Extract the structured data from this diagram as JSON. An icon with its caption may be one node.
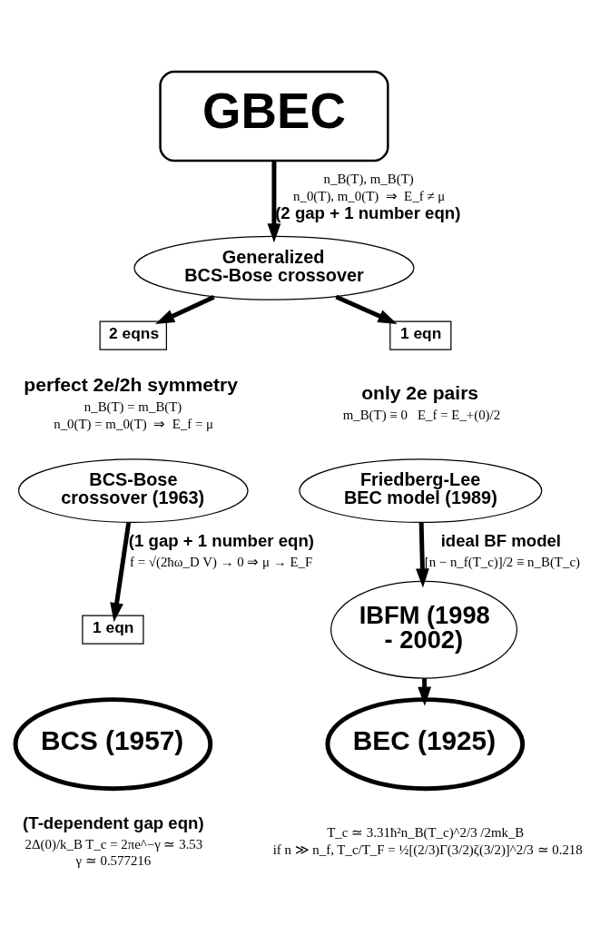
{
  "diagram": {
    "nodes": [
      {
        "text": [
          "GBEC"
        ]
      },
      {
        "text": [
          "Generalized BCS-Bose crossover"
        ],
        "beside": [
          "n_B(T), m_B(T)",
          "n_0(T), m_0(T)  ⇒  E_f ≠ μ",
          "(2 gap + 1 number eqn)"
        ]
      },
      {
        "text": [
          "2 eqns"
        ],
        "beside": [
          "perfect 2e/2h symmetry",
          "n_B(T) = m_B(T)",
          "n_0(T) = m_0(T)  ⇒  E_f = μ"
        ]
      },
      {
        "text": [
          "BCS-Bose crossover (1963)"
        ],
        "beside": [
          "(1 gap + 1 number eqn)",
          "f = √(2ħω_D V) → 0 ⇒ μ → E_F"
        ]
      },
      {
        "text": [
          "1 eqn"
        ]
      },
      {
        "text": [
          "BCS (1957)"
        ],
        "beside": [
          "(T-dependent gap eqn)",
          "2Δ(0)/k_B T_c = 2πe^−γ ≃ 3.53",
          "γ ≃ 0.577216"
        ]
      },
      {
        "text": [
          "1 eqn"
        ],
        "beside": [
          "only 2e pairs",
          "m_B(T) ≡ 0   E_f = E_+(0)/2"
        ]
      },
      {
        "text": [
          "Friedberg-Lee BEC model (1989)"
        ]
      },
      {
        "text": [
          "IBFM (1998 - 2002)"
        ],
        "beside": [
          "ideal BF model",
          "[n − n_f(T_c)]/2 ≡ n_B(T_c)"
        ]
      },
      {
        "text": [
          "BEC (1925)"
        ],
        "beside": [
          "T_c ≃ 3.31ħ²n_B(T_c)^2/3 /2mk_B",
          "if n ≫ n_f, T_c/T_F = ½[(2/3)Γ(3/2)ζ(3/2)]^2/3 ≃ 0.218"
        ]
      }
    ],
    "edges": [
      {
        "from": 0,
        "to": 1,
        "arrow": "to"
      },
      {
        "from": 1,
        "to": 2,
        "arrow": "to"
      },
      {
        "from": 1,
        "to": 6,
        "arrow": "to"
      },
      {
        "from": 3,
        "to": 4,
        "arrow": "to"
      },
      {
        "from": 7,
        "to": 8,
        "arrow": "to"
      },
      {
        "from": 8,
        "to": 9,
        "arrow": "to"
      }
    ]
  }
}
